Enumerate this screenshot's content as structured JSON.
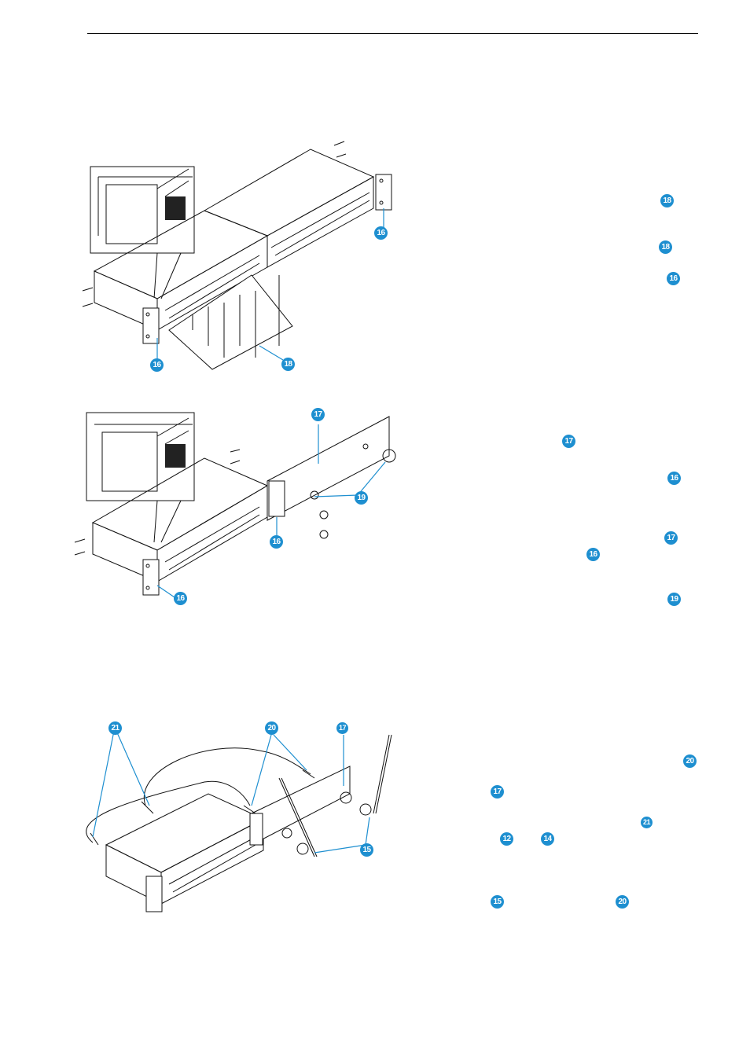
{
  "figure_labels": {
    "f1_16_right": "16",
    "f1_16_left": "16",
    "f1_18": "18",
    "f2_17": "17",
    "f2_19": "19",
    "f2_16_mid": "16",
    "f2_16_left": "16",
    "f3_21": "21",
    "f3_20": "20",
    "f3_17": "17",
    "f3_15": "15"
  },
  "text_refs": {
    "r1": "18",
    "r2": "18",
    "r3": "16",
    "r4": "17",
    "r5": "16",
    "r6": "17",
    "r7": "16",
    "r8": "19",
    "r9": "20",
    "r10": "17",
    "r11": "21",
    "r12": "12",
    "r13": "14",
    "r14": "15",
    "r15": "20"
  },
  "colors": {
    "accent": "#1e8fd0",
    "line": "#111111"
  }
}
